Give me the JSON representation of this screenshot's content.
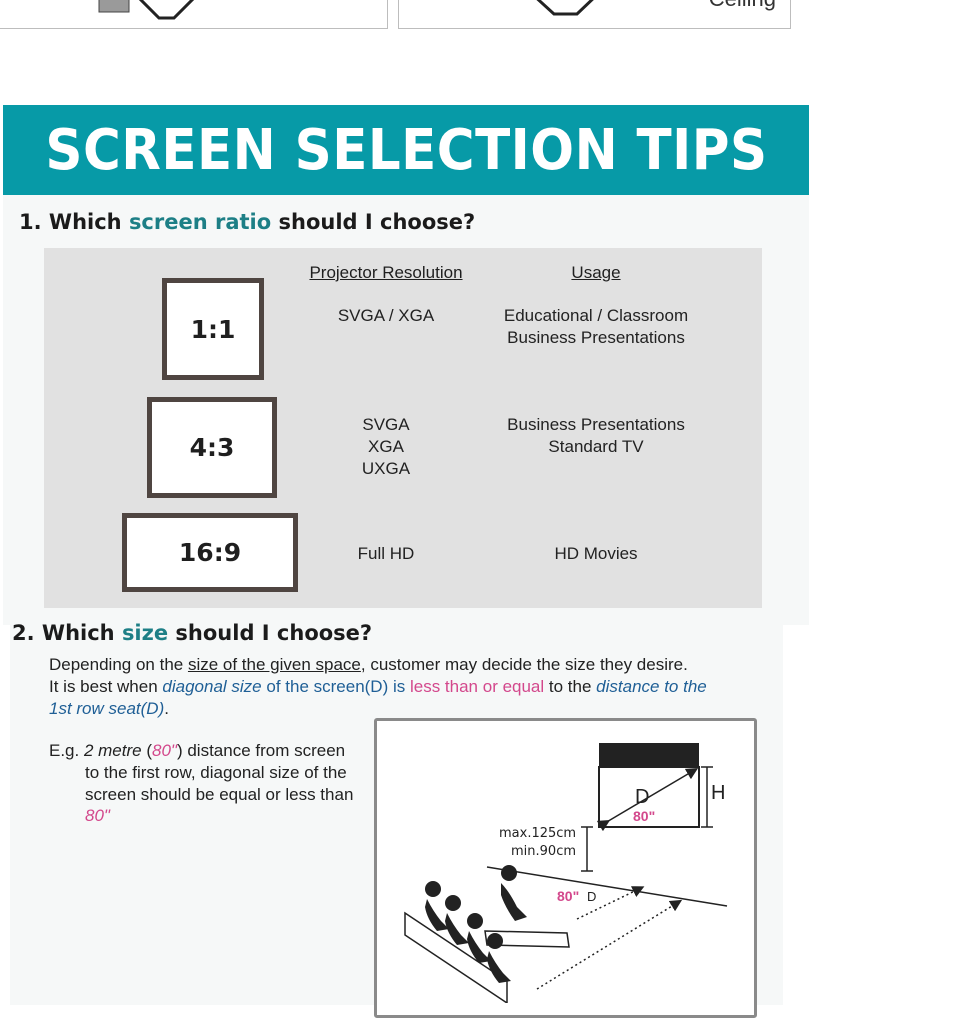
{
  "top": {
    "right_card_text": "Ceiling"
  },
  "banner": {
    "title": "SCREEN SELECTION TIPS"
  },
  "q1": {
    "number": "1.",
    "pre": "Which",
    "highlight": "screen ratio",
    "post": "should I choose?",
    "headers": {
      "resolution": "Projector Resolution",
      "usage": "Usage"
    },
    "rows": [
      {
        "ratio": "1:1",
        "resolution": [
          "SVGA / XGA"
        ],
        "usage": [
          "Educational / Classroom",
          "Business Presentations"
        ]
      },
      {
        "ratio": "4:3",
        "resolution": [
          "SVGA",
          "XGA",
          "UXGA"
        ],
        "usage": [
          "Business Presentations",
          "Standard TV"
        ]
      },
      {
        "ratio": "16:9",
        "resolution": [
          "Full HD"
        ],
        "usage": [
          "HD Movies"
        ]
      }
    ]
  },
  "q2": {
    "number": "2.",
    "pre": "Which",
    "highlight": "size",
    "post": "should I choose?",
    "p1_a": "Depending on the ",
    "p1_u": "size of the given space",
    "p1_b": ", customer may decide the size they desire.",
    "p2_a": "It is best when ",
    "p2_b": "diagonal size",
    "p2_c": " of the screen(D) is ",
    "p2_d": "less than or equal",
    "p2_e": " to the ",
    "p2_f": "distance to the",
    "p2_g": "1st row seat(D)",
    "p2_h": ".",
    "eg_a": "E.g. ",
    "eg_b": "2 metre",
    "eg_c": " (",
    "eg_d": "80\"",
    "eg_e": ") distance from screen",
    "eg_l2": "to the first row, diagonal size of the",
    "eg_l3": "screen should be equal or less than",
    "eg_l4": "80\""
  },
  "diagram": {
    "d_label": "D",
    "h_label": "H",
    "size_label": "80\"",
    "max_label": "max.125cm",
    "min_label": "min.90cm",
    "dist_label": "80\"",
    "dist_d": "D"
  }
}
